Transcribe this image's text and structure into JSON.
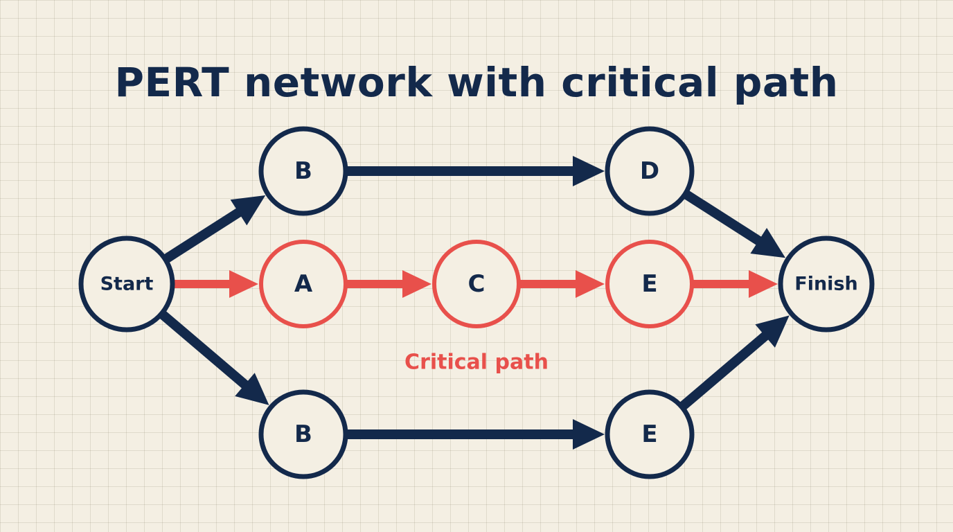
{
  "title": "PERT network with critical path",
  "colors": {
    "navy": "#13294b",
    "red": "#e8504b",
    "node_fill": "#f4efe3",
    "background": "#f4efe3"
  },
  "nodes": [
    {
      "id": "start",
      "label": "Start",
      "critical": false
    },
    {
      "id": "b_top",
      "label": "B",
      "critical": false
    },
    {
      "id": "d",
      "label": "D",
      "critical": false
    },
    {
      "id": "a",
      "label": "A",
      "critical": true
    },
    {
      "id": "c",
      "label": "C",
      "critical": true
    },
    {
      "id": "e_mid",
      "label": "E",
      "critical": true
    },
    {
      "id": "finish",
      "label": "Finish",
      "critical": false
    },
    {
      "id": "b_bot",
      "label": "B",
      "critical": false
    },
    {
      "id": "e_bot",
      "label": "E",
      "critical": false
    }
  ],
  "edges": [
    {
      "from": "start",
      "to": "b_top",
      "critical": false
    },
    {
      "from": "b_top",
      "to": "d",
      "critical": false
    },
    {
      "from": "d",
      "to": "finish",
      "critical": false
    },
    {
      "from": "start",
      "to": "a",
      "critical": true
    },
    {
      "from": "a",
      "to": "c",
      "critical": true
    },
    {
      "from": "c",
      "to": "e_mid",
      "critical": true
    },
    {
      "from": "e_mid",
      "to": "finish",
      "critical": true
    },
    {
      "from": "start",
      "to": "b_bot",
      "critical": false
    },
    {
      "from": "b_bot",
      "to": "e_bot",
      "critical": false
    },
    {
      "from": "e_bot",
      "to": "finish",
      "critical": false
    }
  ],
  "critical_path_label": "Critical path"
}
